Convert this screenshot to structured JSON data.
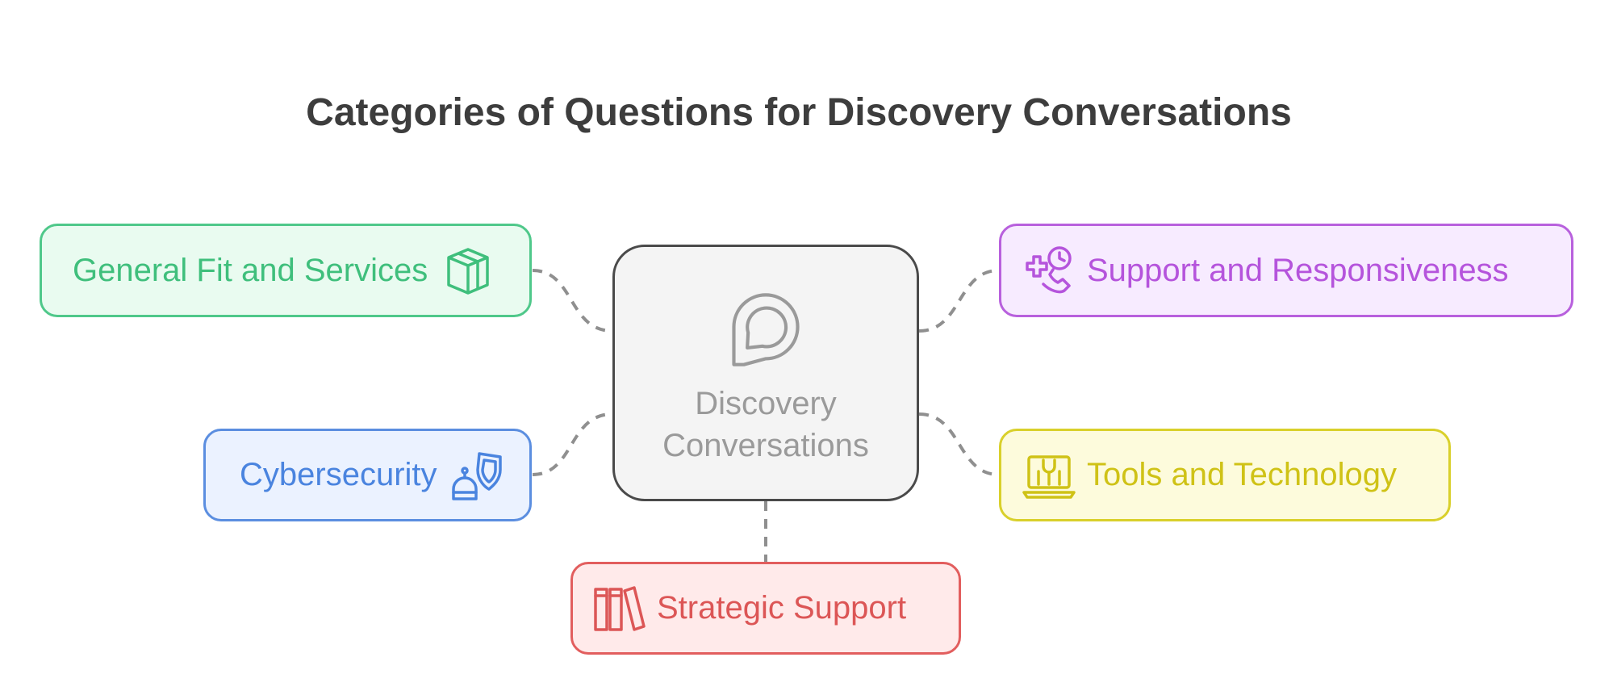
{
  "title": "Categories of Questions for Discovery Conversations",
  "center": {
    "label": "Discovery\nConversations",
    "icon": "chat-bubble-icon",
    "color": "#9a9a9a",
    "border_color": "#4a4a4a"
  },
  "nodes": {
    "general": {
      "label": "General Fit and Services",
      "icon": "box-icon",
      "color": "#3fbf7c"
    },
    "cyber": {
      "label": "Cybersecurity",
      "icon": "robot-shield-icon",
      "color": "#4a84df"
    },
    "support": {
      "label": "Support and Responsiveness",
      "icon": "phone-support-clock-icon",
      "color": "#b554dc"
    },
    "tools": {
      "label": "Tools and Technology",
      "icon": "laptop-tools-icon",
      "color": "#cfc216"
    },
    "strategic": {
      "label": "Strategic Support",
      "icon": "books-icon",
      "color": "#dc5656"
    }
  },
  "connector_color": "#8f8f8f"
}
